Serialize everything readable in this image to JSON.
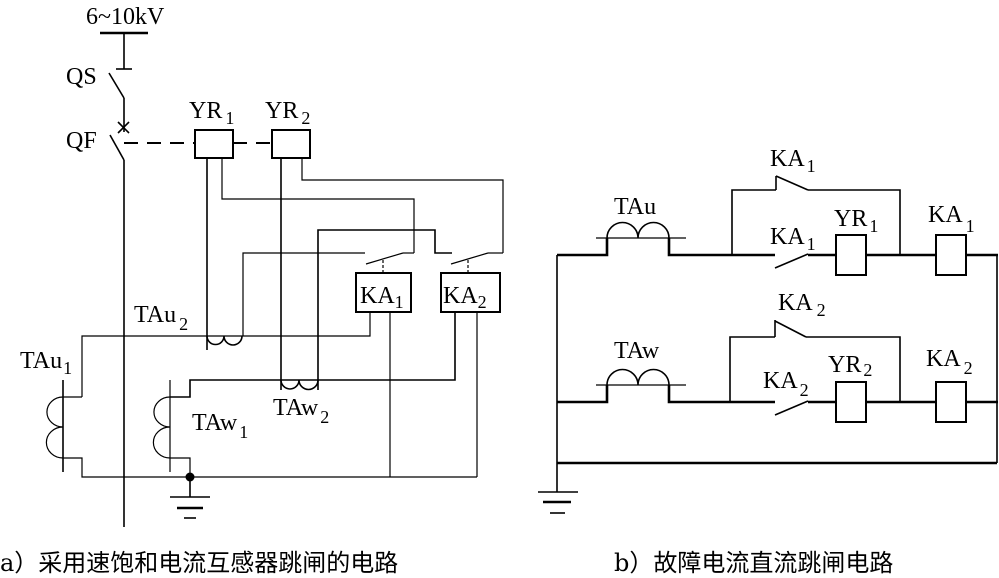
{
  "diagram_a": {
    "voltage_label": "6~10kV",
    "labels": {
      "qs": "QS",
      "qf": "QF",
      "yr1": "YR",
      "yr1_sub": "1",
      "yr2": "YR",
      "yr2_sub": "2",
      "ka1": "KA",
      "ka1_sub": "1",
      "ka2": "KA",
      "ka2_sub": "2",
      "tau1": "TAu",
      "tau1_sub": "1",
      "tau2": "TAu",
      "tau2_sub": "2",
      "taw1": "TAw",
      "taw1_sub": "1",
      "taw2": "TAw",
      "taw2_sub": "2"
    },
    "caption": "a）采用速饱和电流互感器跳闸的电路"
  },
  "diagram_b": {
    "labels": {
      "tau": "TAu",
      "taw": "TAw",
      "ka1_top": "KA",
      "ka1_top_sub": "1",
      "ka1_mid": "KA",
      "ka1_mid_sub": "1",
      "yr1": "YR",
      "yr1_sub": "1",
      "ka1_coil": "KA",
      "ka1_coil_sub": "1",
      "ka2_top": "KA",
      "ka2_top_sub": "2",
      "ka2_mid": "KA",
      "ka2_mid_sub": "2",
      "yr2": "YR",
      "yr2_sub": "2",
      "ka2_coil": "KA",
      "ka2_coil_sub": "2"
    },
    "caption": "b）故障电流直流跳闸电路"
  }
}
